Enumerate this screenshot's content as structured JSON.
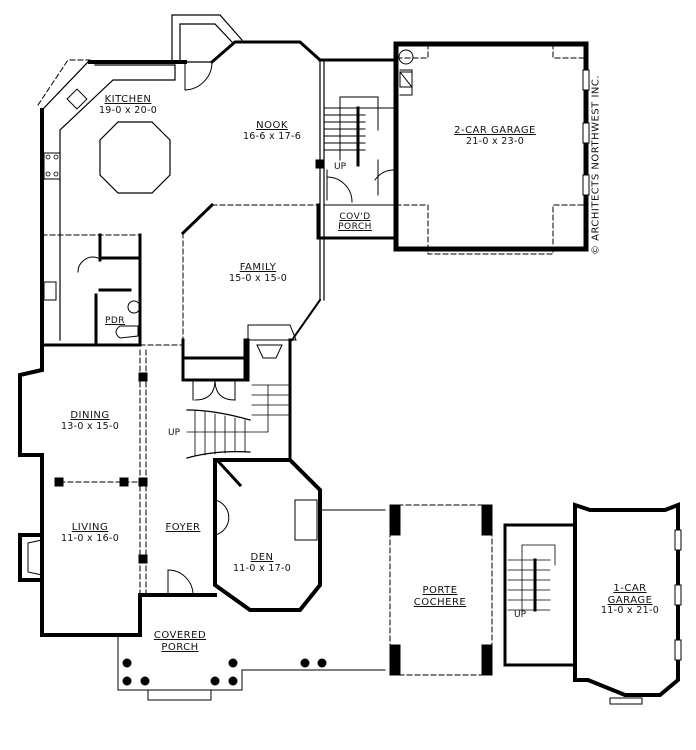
{
  "plan": {
    "type": "floor-plan",
    "copyright": "© ARCHITECTS NORTHWEST INC.",
    "rooms": [
      {
        "id": "kitchen",
        "name": "KITCHEN",
        "dimensions": "19-0 x 20-0"
      },
      {
        "id": "nook",
        "name": "NOOK",
        "dimensions": "16-6 x 17-6"
      },
      {
        "id": "garage2",
        "name": "2-CAR GARAGE",
        "dimensions": "21-0 x 23-0"
      },
      {
        "id": "covd-porch",
        "name_line1": "COV'D",
        "name_line2": "PORCH"
      },
      {
        "id": "family",
        "name": "FAMILY",
        "dimensions": "15-0 x 15-0"
      },
      {
        "id": "pdr",
        "name": "PDR"
      },
      {
        "id": "dining",
        "name": "DINING",
        "dimensions": "13-0 x 15-0"
      },
      {
        "id": "living",
        "name": "LIVING",
        "dimensions": "11-0 x 16-0"
      },
      {
        "id": "foyer",
        "name": "FOYER"
      },
      {
        "id": "den",
        "name": "DEN",
        "dimensions": "11-0 x 17-0"
      },
      {
        "id": "covered-porch",
        "name_line1": "COVERED",
        "name_line2": "PORCH"
      },
      {
        "id": "porte-cochere",
        "name_line1": "PORTE",
        "name_line2": "COCHERE"
      },
      {
        "id": "garage1",
        "name_line1": "1-CAR",
        "name_line2": "GARAGE",
        "dimensions": "11-0 x 21-0"
      }
    ],
    "stair_labels": [
      "UP",
      "UP",
      "UP"
    ]
  }
}
